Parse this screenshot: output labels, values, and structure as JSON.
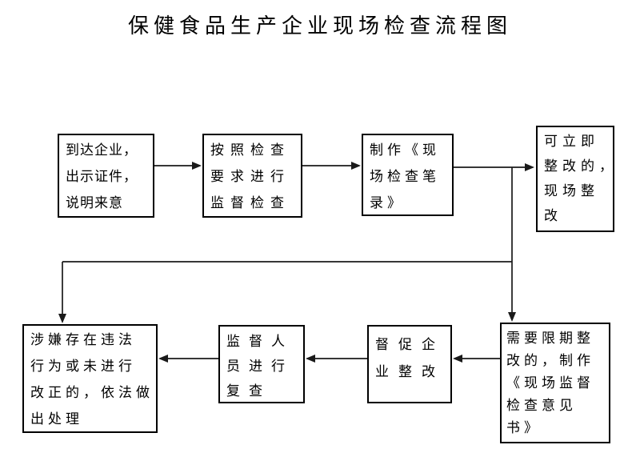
{
  "title": "保健食品生产企业现场检查流程图",
  "flowchart": {
    "line_color": "#1a1a1a",
    "boxes": [
      {
        "name": "arrive",
        "text": "到达企业，\n出示证件，\n说明来意"
      },
      {
        "name": "inspection",
        "text": "按照检查\n要求进行\n监督检查"
      },
      {
        "name": "record",
        "text": "制作《现\n场检查笔\n录》"
      },
      {
        "name": "immediate-rectify",
        "text": "可立即\n整改的，\n现场整\n改"
      },
      {
        "name": "deadline-rectify",
        "text": "需要限期整\n改的，制作\n《现场监督\n检查意见\n书》"
      },
      {
        "name": "urge-rectify",
        "text": "督促企\n业整改"
      },
      {
        "name": "recheck",
        "text": "监督人\n员进行\n复查"
      },
      {
        "name": "legal-action",
        "text": "涉嫌存在违法\n行为或未进行\n改正的，依法做\n出处理"
      }
    ]
  }
}
